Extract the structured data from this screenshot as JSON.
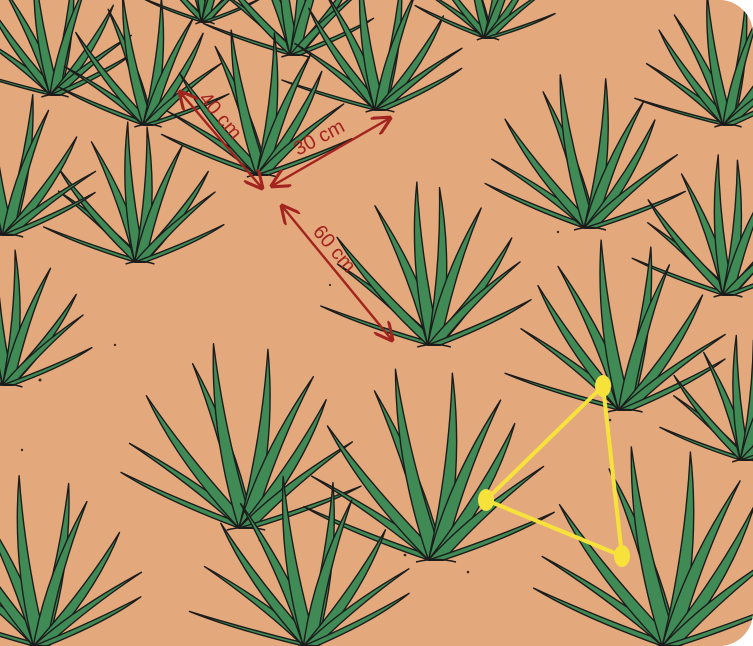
{
  "colors": {
    "soil": "#e3a97d",
    "leaf": "#3f8a55",
    "outline": "#1c1c1c",
    "arrow": "#a3231f",
    "triangle": "#f7e23c"
  },
  "measurements": [
    {
      "label": "40 cm"
    },
    {
      "label": "30 cm"
    },
    {
      "label": "60 cm"
    }
  ],
  "grid": {
    "name": "triangular planting pattern",
    "vertices": 3
  }
}
